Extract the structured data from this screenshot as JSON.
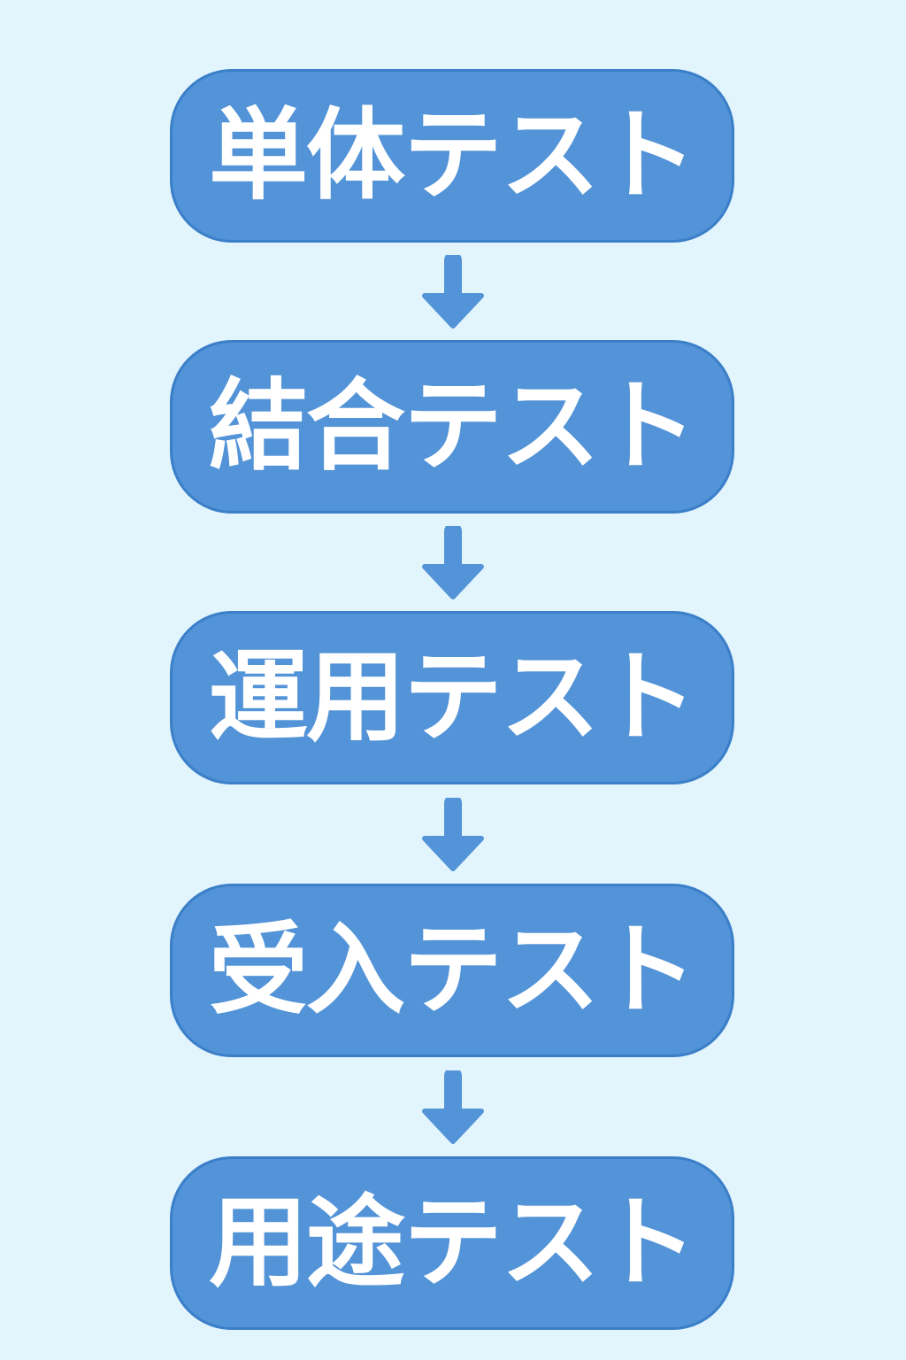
{
  "colors": {
    "background": "#e2f5fd",
    "box_fill": "#5393d7",
    "box_border": "#3b7fc9",
    "text": "#ffffff",
    "arrow": "#5393d7"
  },
  "steps": [
    {
      "label": "単体テスト"
    },
    {
      "label": "結合テスト"
    },
    {
      "label": "運用テスト"
    },
    {
      "label": "受入テスト"
    },
    {
      "label": "用途テスト"
    }
  ],
  "arrows": [
    {
      "icon": "arrow-down-icon"
    },
    {
      "icon": "arrow-down-icon"
    },
    {
      "icon": "arrow-down-icon"
    },
    {
      "icon": "arrow-down-icon"
    }
  ]
}
